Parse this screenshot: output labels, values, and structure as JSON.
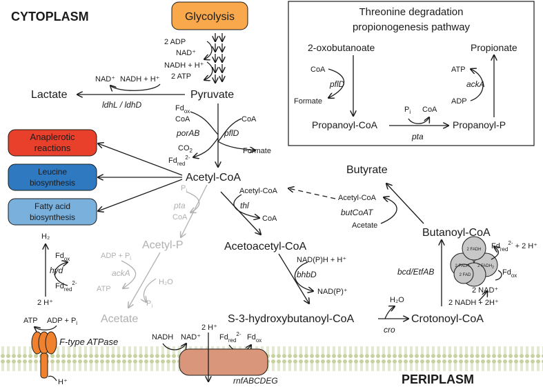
{
  "labels": {
    "cytoplasm": "CYTOPLASM",
    "periplasm": "PERIPLASM",
    "glycolysis": "Glycolysis",
    "glyc_adp": "2 ADP",
    "glyc_nad": "NAD⁺",
    "glyc_nadh": "NADH + H⁺",
    "glyc_atp": "2 ATP",
    "pyruvate": "Pyruvate",
    "lactate": "Lactate",
    "ldh_nad": "NAD⁺",
    "ldh_nadh": "NADH + H⁺",
    "ldh": "ldhL / ldhD",
    "fdox1": "Fd",
    "fdox1_sub": "ox",
    "coa_por": "CoA",
    "porAB": "porAB",
    "co2": "CO",
    "co2_sub": "2",
    "fdred1": "Fd",
    "fdred1_sub": "red",
    "fdred1_sup": "2-",
    "coa_pfl": "CoA",
    "pflD": "pflD",
    "formate": "Formate",
    "acetylcoa": "Acetyl-CoA",
    "anaplerotic": "Anaplerotic\nreactions",
    "leucine": "Leucine\nbiosynthesis",
    "fattyacid": "Fatty acid\nbiosynthesis",
    "pi_pta": "P",
    "pi_pta_sub": "i",
    "pta": "pta",
    "coa_pta": "CoA",
    "acetylp": "Acetyl-P",
    "adp_pi": "ADP + P",
    "adp_pi_sub": "i",
    "ackA": "ackA",
    "atp_ack": "ATP",
    "h2o_ack": "H₂O",
    "pi_ack": "P",
    "pi_ack_sub": "i",
    "acetate": "Acetate",
    "h2": "H₂",
    "fdox_hyd": "Fd",
    "fdox_hyd_sub": "ox",
    "hyd": "hyd",
    "fdred_hyd": "Fd",
    "fdred_hyd_sub": "red",
    "fdred_hyd_sup": "2-",
    "h2plus": "2 H⁺",
    "atp_atpase": "ATP",
    "adp_atpase": "ADP + P",
    "adp_atpase_sub": "i",
    "ftype": "F-type ATPase",
    "hplus_in": "H⁺",
    "thl_acetylcoa": "Acetyl-CoA",
    "thl": "thl",
    "coa_thl": "CoA",
    "acetoacetylcoa": "Acetoacetyl-CoA",
    "nadph": "NAD(P)H + H⁺",
    "bhbd": "bhbD",
    "nadp": "NAD(P)⁺",
    "s3": "S-3-hydroxybutanoyl-CoA",
    "h2o_cro": "H₂O",
    "cro": "cro",
    "crotonoyl": "Crotonoyl-CoA",
    "butyrate": "Butyrate",
    "but_acetylcoa": "Acetyl-CoA",
    "butCoAT": "butCoAT",
    "but_acetate": "Acetate",
    "butanoyl": "Butanoyl-CoA",
    "bcd": "bcd/EtfAB",
    "fadh_1": "2 FADH",
    "fadh_2": "2 FADH",
    "fadh_2_sub": "2",
    "fad": "2 FAD",
    "fad_top": "2 FADH",
    "bcd_fdred": "Fd",
    "bcd_fdred_sub": "red",
    "bcd_fdred_sup": "2-",
    "bcd_fdred_tail": " + 2 H⁺",
    "bcd_fdox": "Fd",
    "bcd_fdox_sub": "ox",
    "bcd_2nad": "2 NAD⁺",
    "bcd_nadh": "2 NADH + 2H⁺",
    "rnf_nadh": "NADH",
    "rnf_nad": "NAD⁺",
    "rnf_2h": "2 H⁺",
    "rnf_fdred": "Fd",
    "rnf_fdred_sub": "red",
    "rnf_fdred_sup": "2-",
    "rnf_fdox": "Fd",
    "rnf_fdox_sub": "ox",
    "rnf": "rnfABCDEG",
    "inset_title_1": "Threonine degradation",
    "inset_title_2": "propionogenesis pathway",
    "inset_oxo": "2-oxobutanoate",
    "inset_coa": "CoA",
    "inset_pflD": "pflD",
    "inset_formate": "Formate",
    "inset_propanoylcoa": "Propanoyl-CoA",
    "inset_pi": "P",
    "inset_pi_sub": "i",
    "inset_coa2": "CoA",
    "inset_pta": "pta",
    "inset_propionate": "Propionate",
    "inset_atp": "ATP",
    "inset_ackA": "ackA",
    "inset_adp": "ADP",
    "inset_propanoylp": "Propanoyl-P"
  },
  "colors": {
    "glycolysis": "#f9a94b",
    "anaplerotic": "#e8402a",
    "leucine": "#2f79c0",
    "fattyacid": "#7ab0dc",
    "atpase": "#f0812e",
    "rnf": "#d9967a",
    "membrane": "#c9d6a8",
    "etf": "#c8c8c8"
  }
}
